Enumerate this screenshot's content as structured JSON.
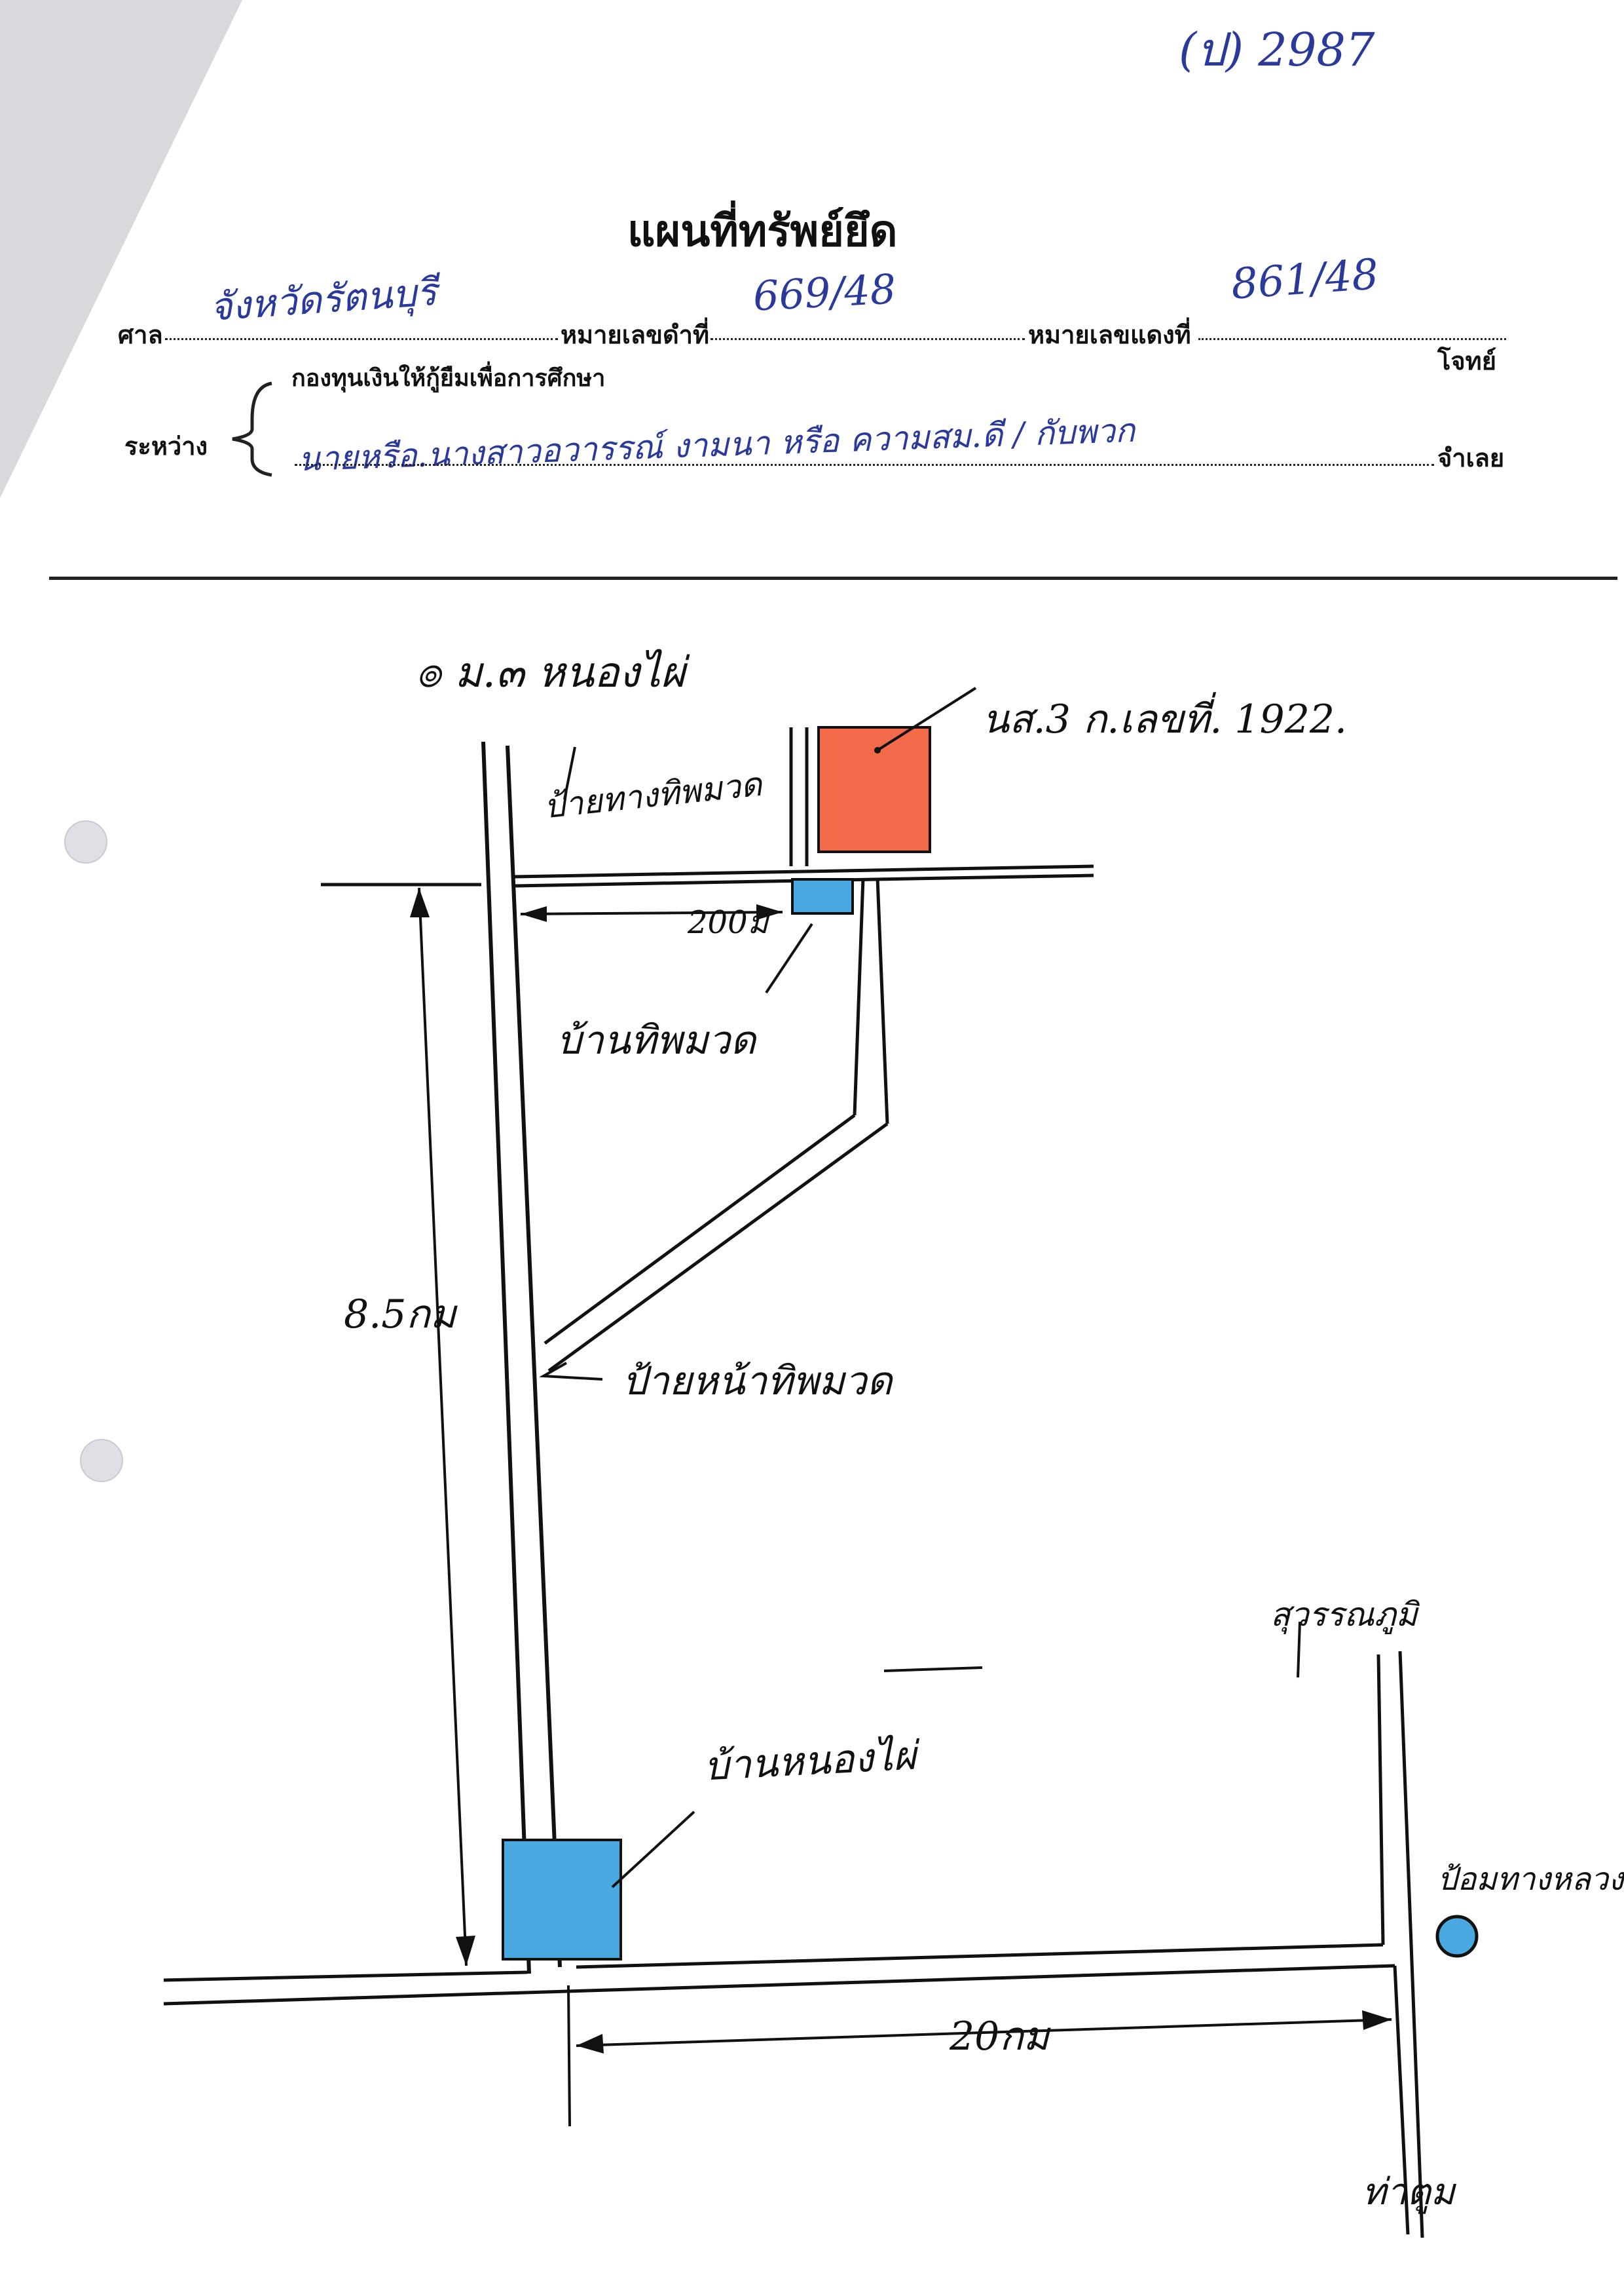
{
  "ref_number": "(ป) 2987",
  "title": "แผนที่ทรัพย์ยึด",
  "header": {
    "court_label": "ศาล",
    "court_value": "จังหวัดรัตนบุรี",
    "black_case_label": "หมายเลขดำที่",
    "black_case_value": "669/48",
    "red_case_label": "หมายเลขแดงที่",
    "red_case_value": "861/48",
    "plaintiff_role": "โจทย์",
    "between_label": "ระหว่าง",
    "plaintiff_name": "กองทุนเงินให้กู้ยืมเพื่อการศึกษา",
    "defendant_name": "นายหรือ.นางสาวอวารรณ์ งามนา หรือ ความสม.ดี / กับพวก",
    "defendant_role": "จำเลย"
  },
  "map": {
    "top_label": "๏ ม.๓ หนองไผ่",
    "deed_label": "นส.3 ก.เลขที่. 1922.",
    "deed_color": "#f26a4a",
    "marker_color": "#4aa8e0",
    "near_house_label": "บ้านทิพมวด",
    "upper_road_sign": "ป้ายทางทิพมวด",
    "road_sign_mid": "ป้ายหน้าทิพมวด",
    "distance_200": "200ม",
    "distance_vertical": "8.5กม",
    "village_house_label": "บ้านหนองไผ่",
    "highway_label": "สุวรรณภูมิ",
    "police_label": "ป้อมทางหลวง",
    "distance_horizontal": "20กม",
    "bottom_label": "ท่าตูม"
  }
}
